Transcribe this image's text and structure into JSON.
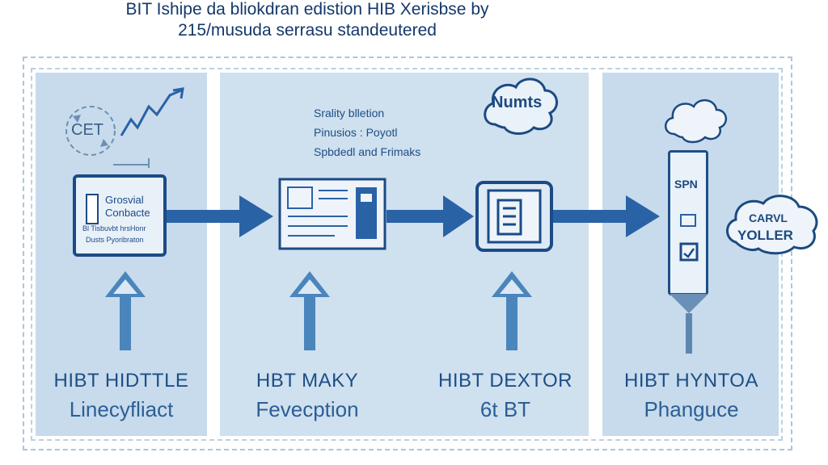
{
  "title": {
    "line1": "BIT Ishipe da bliokdran edistion HIB Xerisbse by",
    "line2": "215/musuda serrasu standeutered"
  },
  "stages": [
    {
      "title": "HIBT HIDTTLE",
      "subtitle": "Linecyfliact"
    },
    {
      "title": "HBT MAKY",
      "subtitle": "Fevecption"
    },
    {
      "title": "HIBT DEXTOR",
      "subtitle": "6t BT"
    },
    {
      "title": "HIBT HYNTOA",
      "subtitle": "Phangucе"
    }
  ],
  "stage1": {
    "circle_label": "CET",
    "box_lines": [
      "Grosvial",
      "Conbacte",
      "Bl Tisbuvbt hrsHonr",
      "Dusts Pyoribraton"
    ]
  },
  "stage2": {
    "notes": [
      "Srality blletion",
      "Pinusios : Poyotl",
      "Spbdedl and Frimaks"
    ]
  },
  "stage3": {
    "cloud": "Numts"
  },
  "stage4": {
    "device_label": "SPN",
    "cloud": [
      "CARVL",
      "YOLLER"
    ]
  },
  "colors": {
    "dark_blue": "#1b4b86",
    "arrow_blue": "#2a62a6",
    "panel_blue": "#c7dbec",
    "light_arrow": "#3f7fb6"
  },
  "icons": [
    "refresh-arrows-icon",
    "trend-line-icon",
    "document-icon",
    "server-icon",
    "cloud-icon",
    "up-arrow-icon",
    "right-arrow-icon"
  ]
}
